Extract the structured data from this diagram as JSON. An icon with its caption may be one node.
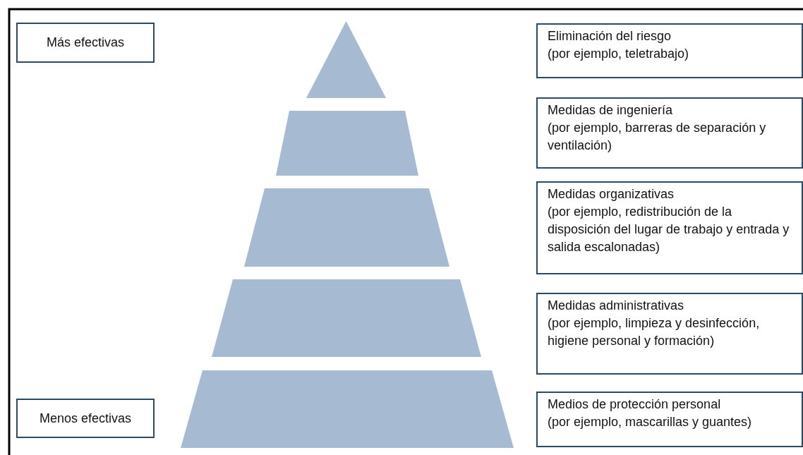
{
  "diagram": {
    "nodes": [
      {
        "text": [
          "Más efectivas"
        ]
      },
      {
        "text": [],
        "shape": "triangle"
      },
      {
        "text": [],
        "shape": "trapezium"
      },
      {
        "text": [],
        "shape": "trapezium"
      },
      {
        "text": [],
        "shape": "trapezium"
      },
      {
        "text": [],
        "shape": "trapezium"
      },
      {
        "text": [
          "Eliminación del riesgo",
          "(por ejemplo, teletrabajo)"
        ]
      },
      {
        "text": [
          "Medidas de ingeniería",
          "(por ejemplo, barreras de separación y ventilación)"
        ]
      },
      {
        "text": [
          "Medidas organizativas",
          "(por ejemplo, redistribución de la disposición del lugar de trabajo y entrada y salida escalonadas)"
        ]
      },
      {
        "text": [
          "Medidas administrativas",
          "(por ejemplo, limpieza y desinfección, higiene personal y formación)"
        ]
      },
      {
        "text": [
          "Medios de protección personal",
          "(por ejemplo, mascarillas y guantes)"
        ]
      },
      {
        "text": [
          "Menos efectivas"
        ]
      }
    ],
    "edges": []
  }
}
